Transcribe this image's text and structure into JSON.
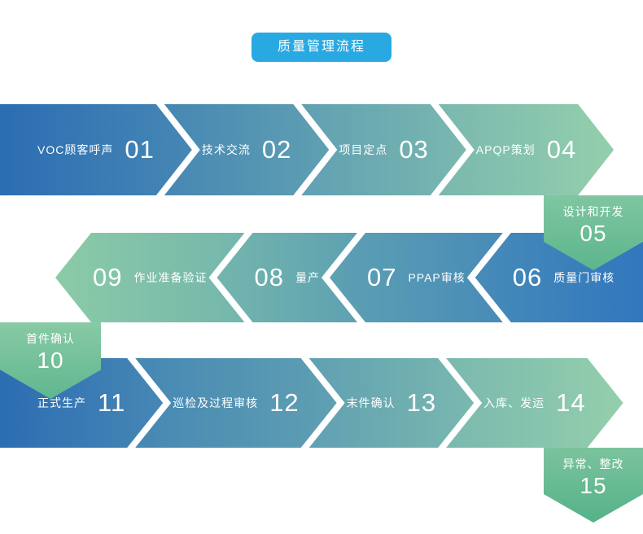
{
  "title": "质量管理流程",
  "colors": {
    "badge_blue": "#29a9e1",
    "flow_blue": "#2c6db3",
    "flow_green": "#94cfac",
    "text": "#ffffff"
  },
  "rows": [
    {
      "name": "top",
      "direction": "right",
      "steps": [
        {
          "num": "01",
          "label": "VOC顾客呼声"
        },
        {
          "num": "02",
          "label": "技术交流"
        },
        {
          "num": "03",
          "label": "项目定点"
        },
        {
          "num": "04",
          "label": "APQP策划"
        }
      ]
    },
    {
      "name": "middle",
      "direction": "left",
      "steps": [
        {
          "num": "09",
          "label": "作业准备验证"
        },
        {
          "num": "08",
          "label": "量产"
        },
        {
          "num": "07",
          "label": "PPAP审核"
        },
        {
          "num": "06",
          "label": "质量门审核"
        }
      ]
    },
    {
      "name": "bottom",
      "direction": "right",
      "steps": [
        {
          "num": "11",
          "label": "正式生产"
        },
        {
          "num": "12",
          "label": "巡检及过程审核"
        },
        {
          "num": "13",
          "label": "末件确认"
        },
        {
          "num": "14",
          "label": "入库、发运"
        }
      ]
    }
  ],
  "corners": [
    {
      "num": "05",
      "label": "设计和开发"
    },
    {
      "num": "10",
      "label": "首件确认"
    },
    {
      "num": "15",
      "label": "异常、整改"
    }
  ]
}
